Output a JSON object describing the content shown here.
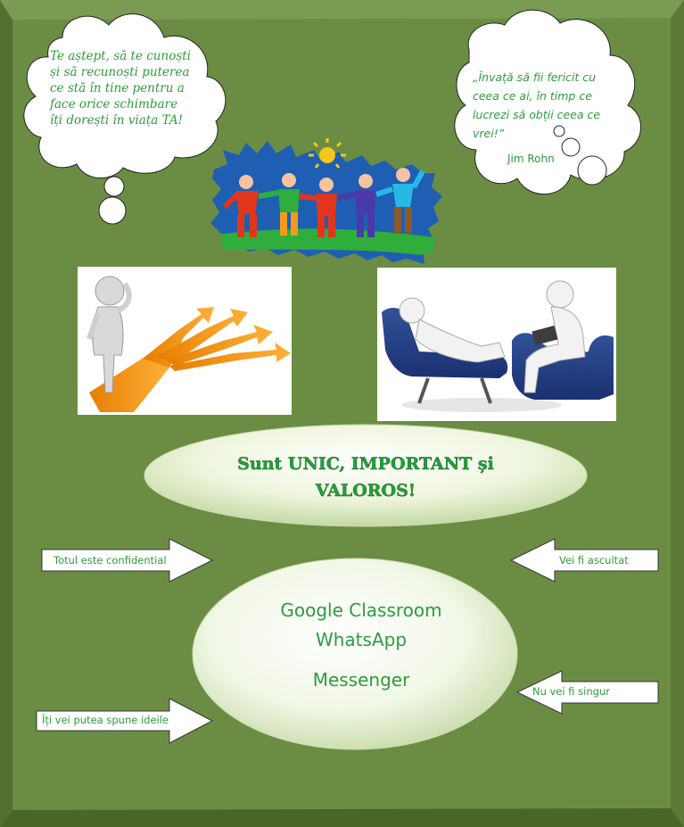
{
  "quotes": {
    "left": "Te aștept, să te cunoști și să recunoști puterea ce stă în tine pentru a face orice schimbare îți dorești în viața TA!",
    "right": "„Învață să fii fericit cu ceea ce ai, în timp ce lucrezi să obții ceea ce vrei!”",
    "right_author": "Jim Rohn"
  },
  "headline": {
    "line1": "Sunt UNIC, IMPORTANT și",
    "line2": "VALOROS!"
  },
  "platforms": {
    "items": [
      "Google Classroom",
      "WhatsApp",
      "Messenger"
    ]
  },
  "arrows": {
    "confidential": "Totul este confidential",
    "listened": "Vei fi ascultat",
    "not_alone": "Nu vei fi singur",
    "ideas": "Îți vei putea spune ideile"
  },
  "colors": {
    "background": "#6b8d43",
    "text_green": "#2e9b3e",
    "arrow_orange": "#f39a1c"
  }
}
